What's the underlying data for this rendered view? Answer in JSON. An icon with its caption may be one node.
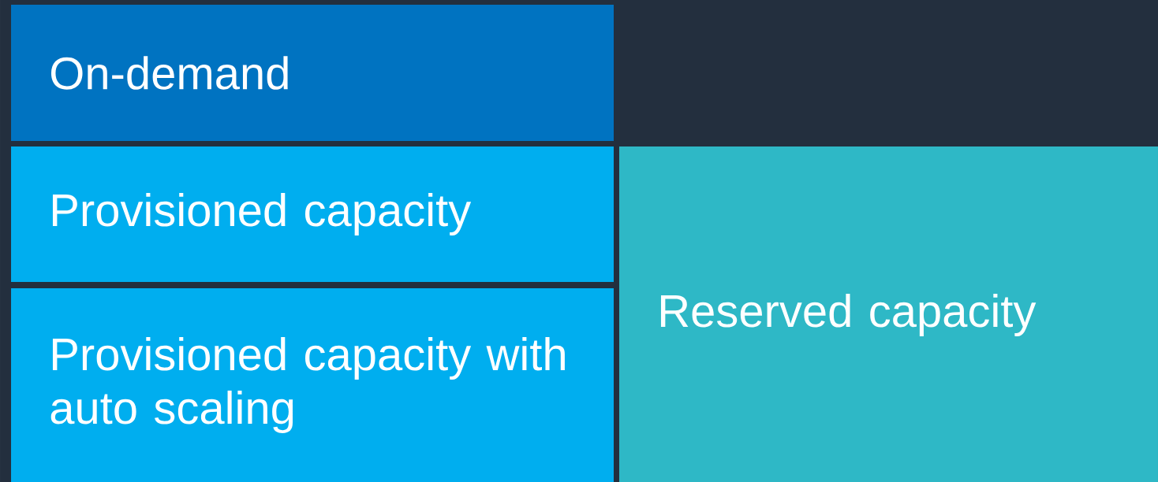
{
  "diagram": {
    "nodes": [
      {
        "text": [
          "On-demand"
        ]
      },
      {
        "text": [
          "Provisioned capacity"
        ]
      },
      {
        "text": [
          "Provisioned capacity with auto scaling"
        ]
      },
      {
        "text": [
          "Reserved capacity"
        ]
      }
    ]
  }
}
